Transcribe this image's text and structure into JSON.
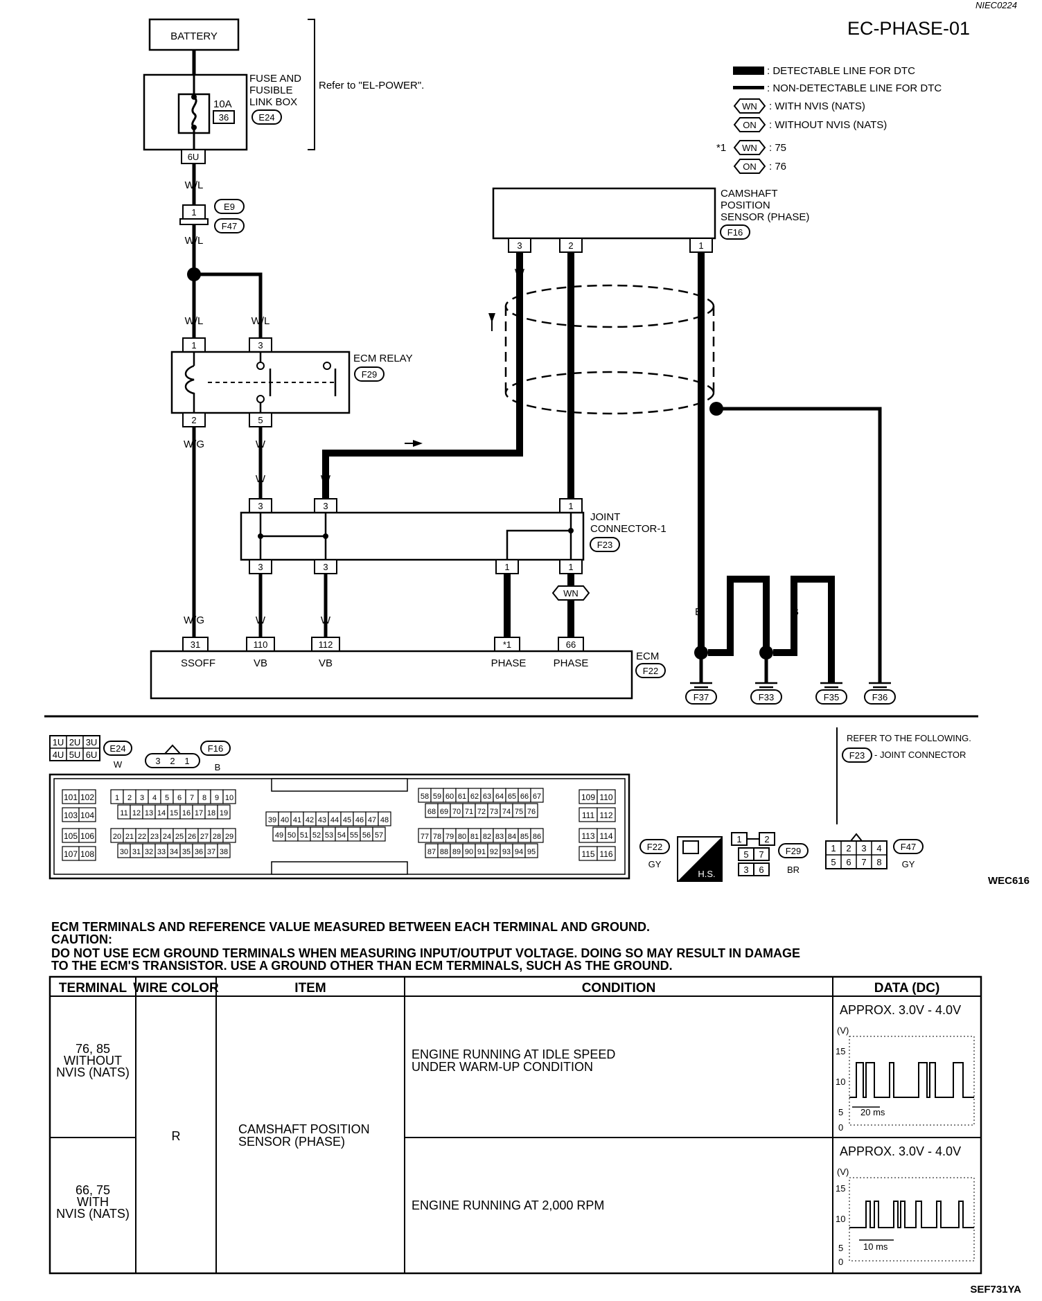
{
  "header": {
    "ref_code": "NIEC0224",
    "title": "EC-PHASE-01"
  },
  "legend": {
    "detectable": ": DETECTABLE LINE FOR DTC",
    "non_detectable": ": NON-DETECTABLE LINE FOR DTC",
    "wn_badge": "WN",
    "wn_text": ": WITH NVIS (NATS)",
    "on_badge": "ON",
    "on_text": ": WITHOUT NVIS (NATS)",
    "star1": "*1",
    "wn_value": ": 75",
    "on_value": ": 76"
  },
  "battery": {
    "label": "BATTERY"
  },
  "fuse_box": {
    "label_1": "FUSE AND",
    "label_2": "FUSIBLE",
    "label_3": "LINK BOX",
    "connector": "E24",
    "amp": "10A",
    "fuse_no": "36",
    "terminal": "6U",
    "refer": "Refer to \"EL-POWER\"."
  },
  "wires": {
    "wl": "W/L",
    "wg": "W/G",
    "w": "W",
    "r": "R",
    "b": "B"
  },
  "connectors": {
    "e9": "E9",
    "f47": "F47",
    "f29": "F29",
    "f16": "F16",
    "f23": "F23",
    "f22": "F22",
    "f37": "F37",
    "f33": "F33",
    "f35": "F35",
    "f36": "F36",
    "e24": "E24"
  },
  "pins": {
    "p1": "1",
    "p2": "2",
    "p3": "3",
    "p5": "5",
    "p31": "31",
    "p110": "110",
    "p112": "112",
    "p66": "66",
    "pstar1": "*1"
  },
  "ecm_relay": {
    "label": "ECM RELAY"
  },
  "camshaft": {
    "label_1": "CAMSHAFT",
    "label_2": "POSITION",
    "label_3": "SENSOR (PHASE)"
  },
  "joint": {
    "label_1": "JOINT",
    "label_2": "CONNECTOR-1",
    "wn_badge": "WN"
  },
  "ecm": {
    "label": "ECM",
    "ssoff": "SSOFF",
    "vb": "VB",
    "phase": "PHASE"
  },
  "connector_views": {
    "e24_pins": [
      "1U",
      "2U",
      "3U",
      "4U",
      "5U",
      "6U"
    ],
    "e24_color": "W",
    "f16_pins": [
      "3",
      "2",
      "1"
    ],
    "f16_color": "B",
    "refer_following": "REFER TO THE FOLLOWING.",
    "joint_connector": "- JOINT CONNECTOR",
    "f22_color": "GY",
    "hs": "H.S.",
    "f29_pins": [
      "1",
      "2",
      "5",
      "7",
      "3",
      "6"
    ],
    "f29_color": "BR",
    "f47_pins": [
      "1",
      "2",
      "3",
      "4",
      "5",
      "6",
      "7",
      "8"
    ],
    "f47_color": "GY",
    "ecm_row1_a": [
      "101",
      "102"
    ],
    "ecm_row2_a": [
      "103",
      "104"
    ],
    "ecm_row3_a": [
      "105",
      "106"
    ],
    "ecm_row4_a": [
      "107",
      "108"
    ],
    "ecm_row1_b": [
      "1",
      "2",
      "3",
      "4",
      "5",
      "6",
      "7",
      "8",
      "9",
      "10"
    ],
    "ecm_row2_b": [
      "11",
      "12",
      "13",
      "14",
      "15",
      "16",
      "17",
      "18",
      "19"
    ],
    "ecm_row3_b": [
      "20",
      "21",
      "22",
      "23",
      "24",
      "25",
      "26",
      "27",
      "28",
      "29"
    ],
    "ecm_row4_b": [
      "30",
      "31",
      "32",
      "33",
      "34",
      "35",
      "36",
      "37",
      "38"
    ],
    "ecm_row2_c": [
      "39",
      "40",
      "41",
      "42",
      "43",
      "44",
      "45",
      "46",
      "47",
      "48"
    ],
    "ecm_row3_c": [
      "49",
      "50",
      "51",
      "52",
      "53",
      "54",
      "55",
      "56",
      "57"
    ],
    "ecm_row1_d": [
      "58",
      "59",
      "60",
      "61",
      "62",
      "63",
      "64",
      "65",
      "66",
      "67"
    ],
    "ecm_row2_d": [
      "68",
      "69",
      "70",
      "71",
      "72",
      "73",
      "74",
      "75",
      "76"
    ],
    "ecm_row3_d": [
      "77",
      "78",
      "79",
      "80",
      "81",
      "82",
      "83",
      "84",
      "85",
      "86"
    ],
    "ecm_row4_d": [
      "87",
      "88",
      "89",
      "90",
      "91",
      "92",
      "93",
      "94",
      "95"
    ],
    "ecm_row1_e": [
      "109",
      "110"
    ],
    "ecm_row2_e": [
      "111",
      "112"
    ],
    "ecm_row3_e": [
      "113",
      "114"
    ],
    "ecm_row4_e": [
      "115",
      "116"
    ]
  },
  "figure_codes": {
    "wec": "WEC616",
    "sef": "SEF731YA"
  },
  "notes": {
    "line1": "ECM TERMINALS AND REFERENCE VALUE MEASURED BETWEEN EACH TERMINAL AND GROUND.",
    "line2": "CAUTION:",
    "line3": "DO NOT USE ECM GROUND TERMINALS WHEN MEASURING INPUT/OUTPUT VOLTAGE. DOING SO MAY RESULT IN DAMAGE",
    "line4": "TO THE ECM'S TRANSISTOR. USE A GROUND OTHER THAN ECM TERMINALS, SUCH AS THE GROUND."
  },
  "table": {
    "headers": [
      "TERMINAL",
      "WIRE COLOR",
      "ITEM",
      "CONDITION",
      "DATA (DC)"
    ],
    "row1_terminal": [
      "76, 85",
      "WITHOUT",
      "NVIS (NATS)"
    ],
    "row2_terminal": [
      "66, 75",
      "WITH",
      "NVIS (NATS)"
    ],
    "wire_color": "R",
    "item": [
      "CAMSHAFT POSITION",
      "SENSOR (PHASE)"
    ],
    "row1_condition": [
      "ENGINE RUNNING AT IDLE SPEED",
      "UNDER WARM-UP CONDITION"
    ],
    "row2_condition": "ENGINE RUNNING AT 2,000 RPM",
    "row1_data": "APPROX. 3.0V - 4.0V",
    "row2_data": "APPROX. 3.0V - 4.0V",
    "unit": "(V)",
    "ticks": [
      "15",
      "10",
      "5",
      "0"
    ],
    "row1_timebase": "20 ms",
    "row2_timebase": "10 ms"
  }
}
